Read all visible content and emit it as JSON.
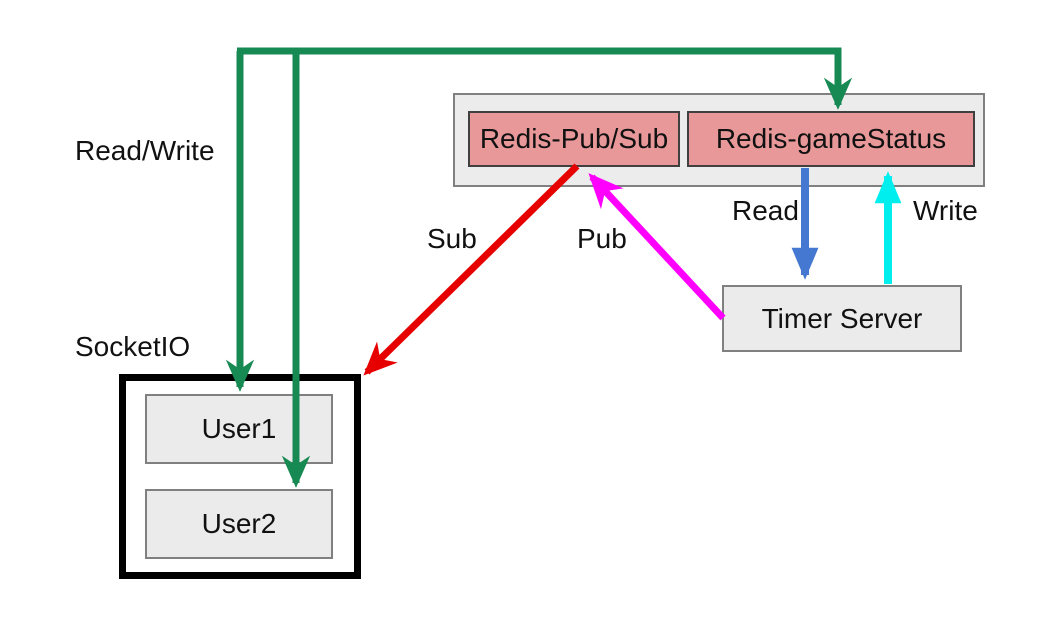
{
  "diagram": {
    "nodes": {
      "redis_pubsub": {
        "label": "Redis-Pub/Sub"
      },
      "redis_gamestatus": {
        "label": "Redis-gameStatus"
      },
      "timer_server": {
        "label": "Timer Server"
      },
      "user1": {
        "label": "User1"
      },
      "user2": {
        "label": "User2"
      }
    },
    "groups": {
      "socketio": {
        "label": "SocketIO"
      },
      "redis_container": {
        "label": ""
      }
    },
    "edges": [
      {
        "id": "read-write",
        "from": "SocketIO users",
        "to": "Redis-gameStatus",
        "label": "Read/Write",
        "color_key": "green"
      },
      {
        "id": "sub",
        "from": "Redis-Pub/Sub",
        "to": "SocketIO",
        "label": "Sub",
        "color_key": "red"
      },
      {
        "id": "pub",
        "from": "Timer Server",
        "to": "Redis-Pub/Sub",
        "label": "Pub",
        "color_key": "magenta"
      },
      {
        "id": "read",
        "from": "Redis-gameStatus",
        "to": "Timer Server",
        "label": "Read",
        "color_key": "blue"
      },
      {
        "id": "write",
        "from": "Timer Server",
        "to": "Redis-gameStatus",
        "label": "Write",
        "color_key": "cyan"
      }
    ],
    "colors": {
      "green": "#178a54",
      "red": "#e60000",
      "magenta": "#ff00ff",
      "blue": "#4478d1",
      "cyan": "#00eeee",
      "node_fill_red": "#e89898",
      "node_fill_gray": "#ebebeb",
      "container_fill": "#ececec",
      "border_gray": "#808080",
      "border_dark": "#404040",
      "socketio_border": "#000000"
    }
  }
}
